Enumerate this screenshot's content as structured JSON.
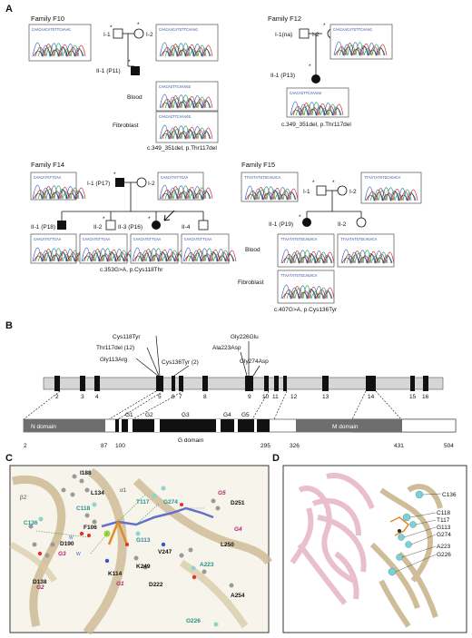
{
  "panels": {
    "a": "A",
    "b": "B",
    "c": "C",
    "d": "D"
  },
  "families": {
    "f10": {
      "title": "Family F10",
      "i1": "I-1",
      "i2": "I-2",
      "ii1": "II-1 (P11)",
      "star": "*",
      "blood": "Blood",
      "fibroblast": "Fibroblast",
      "variant": "c.349_351del, p.Thr117del",
      "seq_top_left": "CAACAACATGTTCAAAG",
      "seq_top_right": "CAACAACATGTTCAAAG",
      "seq_blood": "CAACAGTTCAAAGG",
      "seq_fibro": "CAACAGTTCAAAGG"
    },
    "f12": {
      "title": "Family F12",
      "i1": "I-1(na)",
      "i2": "I-2",
      "ii1": "II-1 (P13)",
      "star": "*",
      "variant": "c.349_351del, p.Thr117del",
      "seq_top": "CAACAACATGTTCAAAG",
      "seq_bottom": "CAACAGTTCAAAGG"
    },
    "f14": {
      "title": "Family F14",
      "i1": "I-1 (P17)",
      "i2": "I-2",
      "ii1": "II-1 (P18)",
      "ii2": "II-2",
      "ii3": "II-3 (P16)",
      "ii4": "II-4",
      "star": "*",
      "variant": "c.353G>A, p.Cys118Thr",
      "seq_a": "CAACATGTTCAA",
      "seq_b": "CAACATGTTCAA"
    },
    "f15": {
      "title": "Family F15",
      "i1": "I-1",
      "i2": "I-2",
      "ii1": "II-1 (P19)",
      "ii2": "II-2",
      "star": "*",
      "blood": "Blood",
      "fibroblast": "Fibroblast",
      "variant": "c.407G>A, p.Cys136Tyr",
      "seq_a": "TTAATATGTGCAGACA",
      "seq_b": "TTAATATGTGCAGACA"
    }
  },
  "gene": {
    "exons": [
      "2",
      "3",
      "4",
      "5",
      "6",
      "7",
      "8",
      "9",
      "10",
      "11",
      "12",
      "13",
      "14",
      "15",
      "16"
    ],
    "mutations": [
      "Cys118Tyr",
      "Thr117del (12)",
      "Gly113Arg",
      "Cys136Tyr (2)",
      "Gly226Glu",
      "Ala223Asp",
      "Gly274Asp"
    ],
    "domains": {
      "n": "N domain",
      "g": "G domain",
      "m": "M domain"
    },
    "motifs": [
      "G1",
      "G2",
      "G3",
      "G4",
      "G5"
    ],
    "positions": [
      "2",
      "87",
      "100",
      "295",
      "326",
      "431",
      "504"
    ]
  },
  "structure_c": {
    "residues_black": [
      "I188",
      "L134",
      "F106",
      "D190",
      "D138",
      "K114",
      "K249",
      "V247",
      "L250",
      "D251",
      "D222",
      "A254"
    ],
    "residues_cyan": [
      "C118",
      "C136",
      "T117",
      "G274",
      "G113",
      "A223",
      "G226"
    ],
    "motifs_magenta": [
      "G5",
      "G4",
      "G3",
      "G2",
      "G1"
    ],
    "ss": [
      "β2",
      "α1"
    ],
    "small": [
      "W",
      "W"
    ]
  },
  "structure_d": {
    "labels": [
      "C136",
      "C118",
      "T117",
      "G113",
      "G274",
      "A223",
      "G226"
    ]
  },
  "colors": {
    "teal": "#2a8f8a",
    "magenta": "#b0256a",
    "domain_gray": "#6e6e6e",
    "exon_black": "#111111"
  }
}
